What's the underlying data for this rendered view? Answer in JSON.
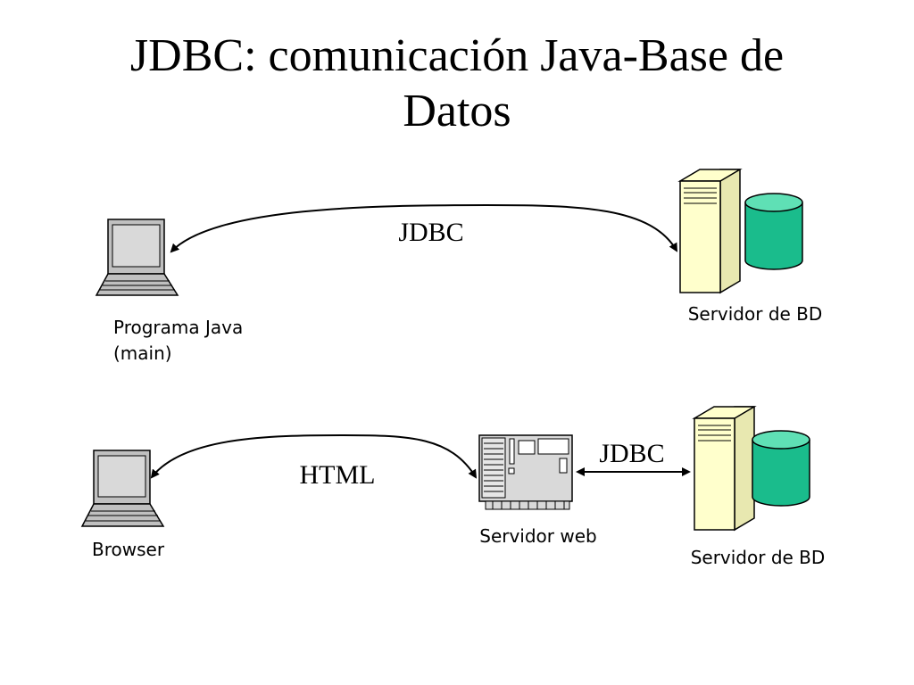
{
  "title": {
    "line1": "JDBC: comunicación Java-Base de",
    "line2": "Datos"
  },
  "top_section": {
    "client_label_line1": "Programa Java",
    "client_label_line2": "(main)",
    "connection_label": "JDBC",
    "server_label": "Servidor de BD"
  },
  "bottom_section": {
    "client_label": "Browser",
    "client_connection_label": "HTML",
    "web_server_label": "Servidor web",
    "db_connection_label": "JDBC",
    "server_label": "Servidor de BD"
  },
  "colors": {
    "tower": "#ffffcc",
    "database": "#1abc8c",
    "database_top": "#5fe0b5",
    "laptop": "#c0c0c0",
    "webserver": "#d9d9d9"
  }
}
